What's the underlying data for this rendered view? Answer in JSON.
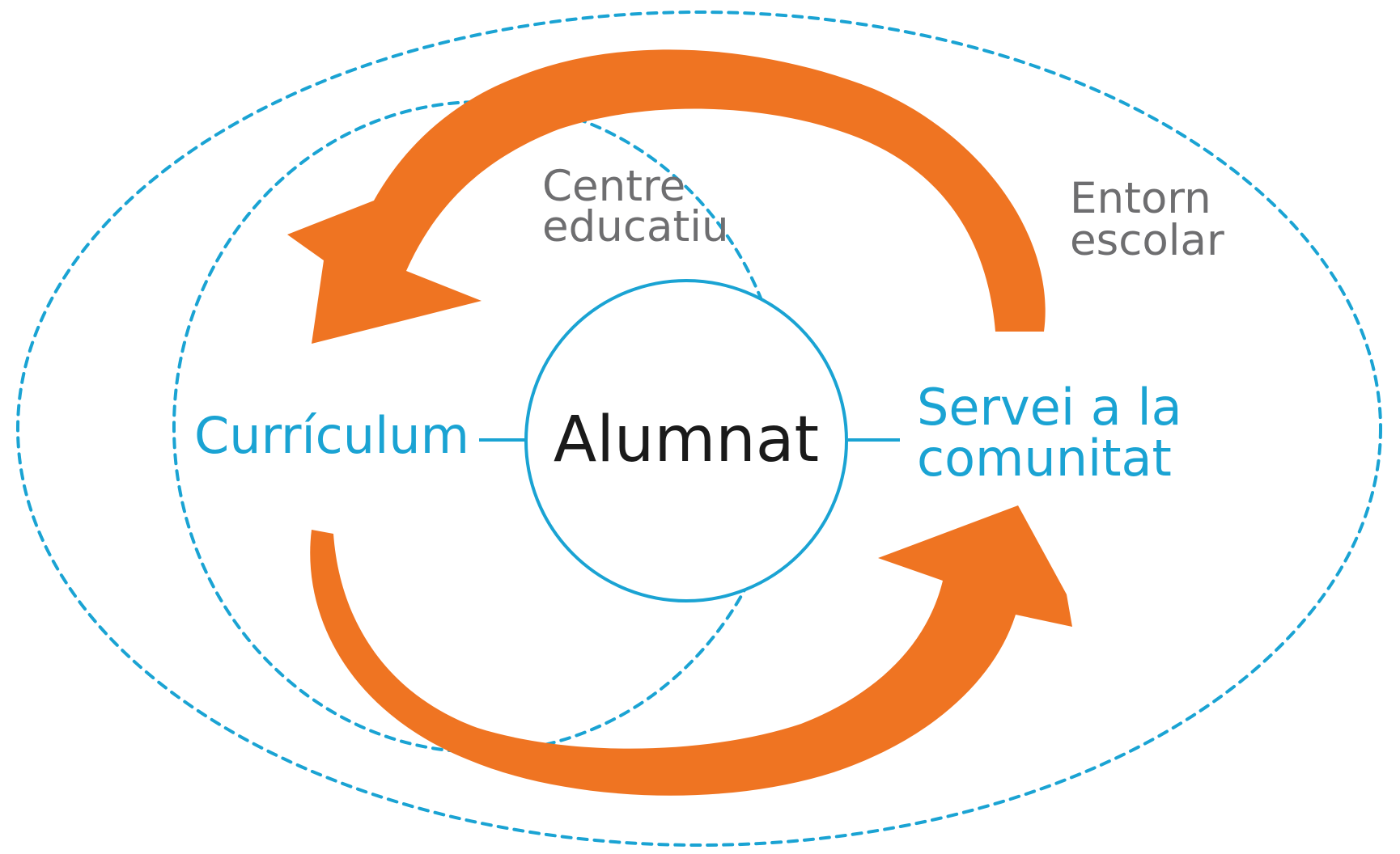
{
  "diagram": {
    "center": "Alumnat",
    "left": "Currículum",
    "right_line1": "Servei a la",
    "right_line2": "comunitat",
    "inner_ring_line1": "Centre",
    "inner_ring_line2": "educatiu",
    "outer_ring_line1": "Entorn",
    "outer_ring_line2": "escolar"
  },
  "colors": {
    "arrow": "#ef7422",
    "ring": "#1aa3d3",
    "center_text": "#1a1a1a",
    "gray_text": "#6e6e70"
  },
  "icons": {
    "top_arrow": "curved-arrow-left-icon",
    "bottom_arrow": "curved-arrow-right-icon"
  }
}
